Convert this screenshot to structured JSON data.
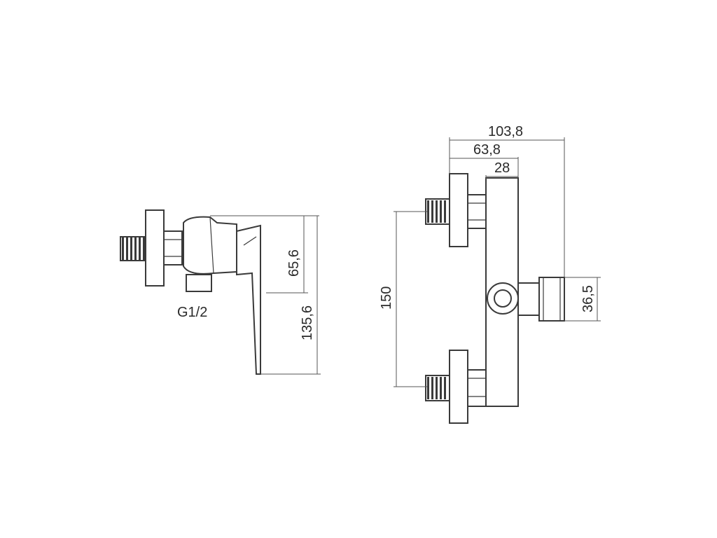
{
  "side_view": {
    "thread_label": "G1/2",
    "dim_handle_height": "65,6",
    "dim_total_height": "135,6"
  },
  "front_view": {
    "dim_total_width": "103,8",
    "dim_mid_width": "63,8",
    "dim_body_width": "28",
    "dim_center_distance": "150",
    "dim_outlet_diameter": "36,5"
  },
  "colors": {
    "line": "#3a3a3a",
    "background": "#ffffff"
  }
}
